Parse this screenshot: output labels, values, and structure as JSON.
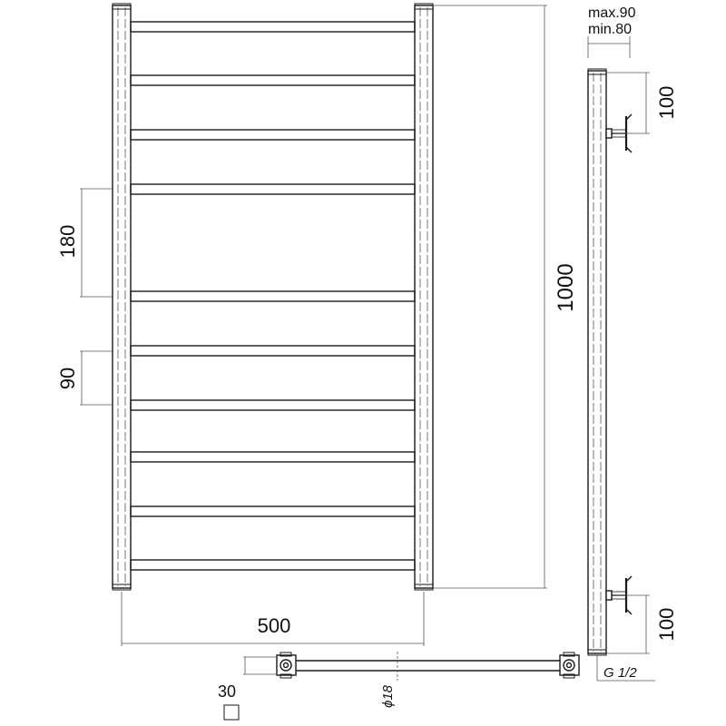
{
  "dimensions": {
    "rail_spacing_large": "180",
    "rail_spacing_small": "90",
    "height": "1000",
    "width": "500",
    "top_offset": "100",
    "bottom_offset": "100",
    "wall_distance_max": "max.90",
    "wall_distance_min": "min.80",
    "profile_size": "30",
    "tube_diameter": "ϕ18",
    "connection": "G 1/2"
  },
  "colors": {
    "line": "#1a1a1a",
    "dim_line": "#555555",
    "fill": "#ffffff"
  }
}
